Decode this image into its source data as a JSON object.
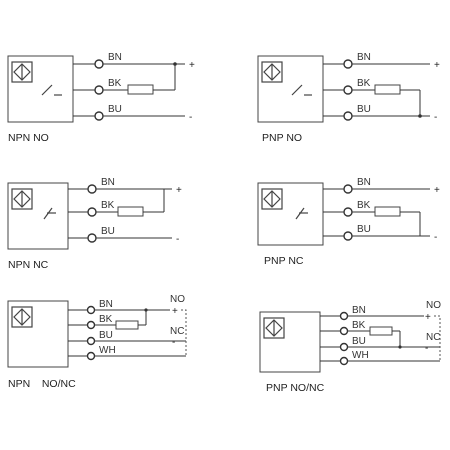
{
  "diagrams": [
    {
      "caption": "NPN NO",
      "wires": [
        "BN",
        "BK",
        "BU"
      ],
      "signs": [
        "+",
        "-"
      ]
    },
    {
      "caption": "PNP NO",
      "wires": [
        "BN",
        "BK",
        "BU"
      ],
      "signs": [
        "+",
        "-"
      ]
    },
    {
      "caption": "NPN NC",
      "wires": [
        "BN",
        "BK",
        "BU"
      ],
      "signs": [
        "+",
        "-"
      ]
    },
    {
      "caption": "PNP NC",
      "wires": [
        "BN",
        "BK",
        "BU"
      ],
      "signs": [
        "+",
        "-"
      ]
    },
    {
      "caption": "NPN    NO/NC",
      "wires": [
        "BN",
        "BK",
        "BU",
        "WH"
      ],
      "signs": [
        "+",
        "-"
      ],
      "outputs": [
        "NO",
        "NC"
      ]
    },
    {
      "caption": "PNP NO/NC",
      "wires": [
        "BN",
        "BK",
        "BU",
        "WH"
      ],
      "signs": [
        "+",
        "-"
      ],
      "outputs": [
        "NO",
        "NC"
      ]
    }
  ]
}
